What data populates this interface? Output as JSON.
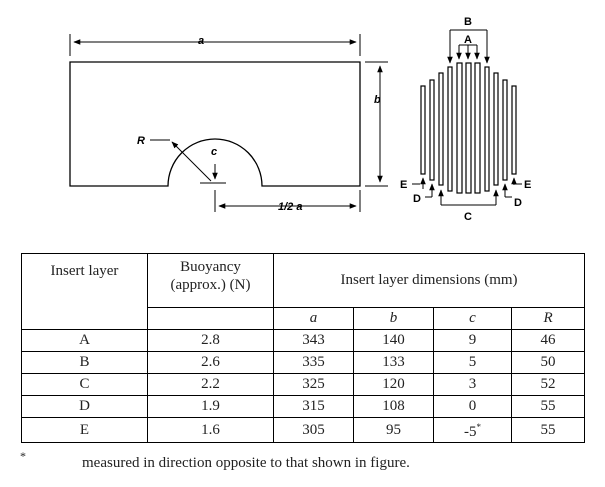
{
  "figure": {
    "left_labels": {
      "a": "a",
      "b": "b",
      "c": "c",
      "R": "R",
      "half_a": "1/2 a"
    },
    "right_labels": {
      "A": "A",
      "B": "B",
      "C": "C",
      "D_left": "D",
      "D_right": "D",
      "E_left": "E",
      "E_right": "E"
    }
  },
  "table": {
    "col_insert": "Insert layer",
    "col_buoyancy": "Buoyancy (approx.) (N)",
    "col_dimensions": "Insert layer dimensions (mm)",
    "sub_a": "a",
    "sub_b": "b",
    "sub_c": "c",
    "sub_R": "R",
    "rows": [
      {
        "layer": "A",
        "buoyancy": "2.8",
        "a": "343",
        "b": "140",
        "c": "9",
        "R": "46"
      },
      {
        "layer": "B",
        "buoyancy": "2.6",
        "a": "335",
        "b": "133",
        "c": "5",
        "R": "50"
      },
      {
        "layer": "C",
        "buoyancy": "2.2",
        "a": "325",
        "b": "120",
        "c": "3",
        "R": "52"
      },
      {
        "layer": "D",
        "buoyancy": "1.9",
        "a": "315",
        "b": "108",
        "c": "0",
        "R": "55"
      },
      {
        "layer": "E",
        "buoyancy": "1.6",
        "a": "305",
        "b": "95",
        "c": "-5",
        "c_mark": "*",
        "R": "55"
      }
    ]
  },
  "footnote": {
    "mark": "*",
    "text": "measured in direction opposite to that shown in figure."
  }
}
